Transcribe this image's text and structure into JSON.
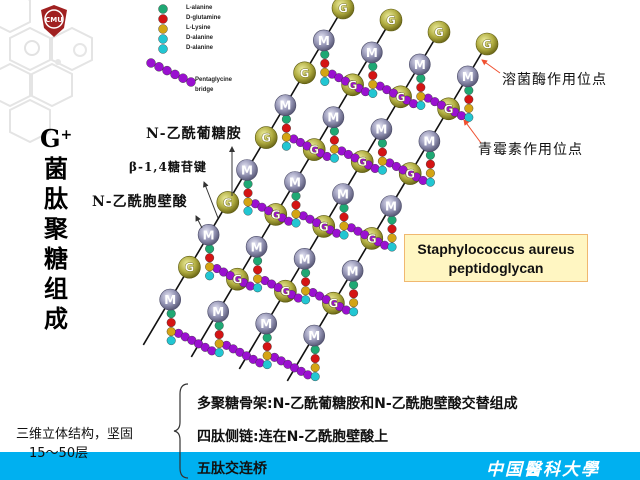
{
  "slide": {
    "title_lines": [
      "G",
      "菌",
      "肽",
      "聚",
      "糖",
      "组",
      "成"
    ],
    "title_superscript": "+",
    "legend": {
      "amino_acids": [
        {
          "label": "L-alanine",
          "color": "#1fa874"
        },
        {
          "label": "D-glutamine",
          "color": "#d41414"
        },
        {
          "label": "L-Lysine",
          "color": "#d4a414"
        },
        {
          "label": "D-alanine",
          "color": "#22c6d2"
        },
        {
          "label": "D-alanine",
          "color": "#22c6d2"
        }
      ],
      "bridge_label_line1": "Pentaglycine",
      "bridge_label_line2": "bridge",
      "bridge_color": "#9a10d0"
    },
    "diagram": {
      "nag_letter": "G",
      "nam_letter": "M",
      "strand_count": 4,
      "beads_per_strand": 10,
      "labels": {
        "nag": "N-乙酰葡糖胺",
        "glycosidic_bond": "β-1,4糖苷键",
        "nam": "N-乙酰胞壁酸",
        "lysozyme_site": "溶菌酶作用位点",
        "penicillin_site": "青霉素作用位点"
      },
      "species_line1": "Staphylococcus aureus",
      "species_line2": "peptidoglycan"
    },
    "summary": {
      "note_line1": "三维立体结构，坚固",
      "note_line2": "15～50层",
      "items": [
        "多聚糖骨架:N-乙酰葡糖胺和N-乙酰胞壁酸交替组成",
        "四肽侧链:连在N-乙酰胞壁酸上",
        "五肽交连桥"
      ]
    },
    "footer": {
      "university_logo_text": "中国醫科大學",
      "bar_color": "#00b0f0"
    },
    "header_logo_text": "CMU"
  }
}
